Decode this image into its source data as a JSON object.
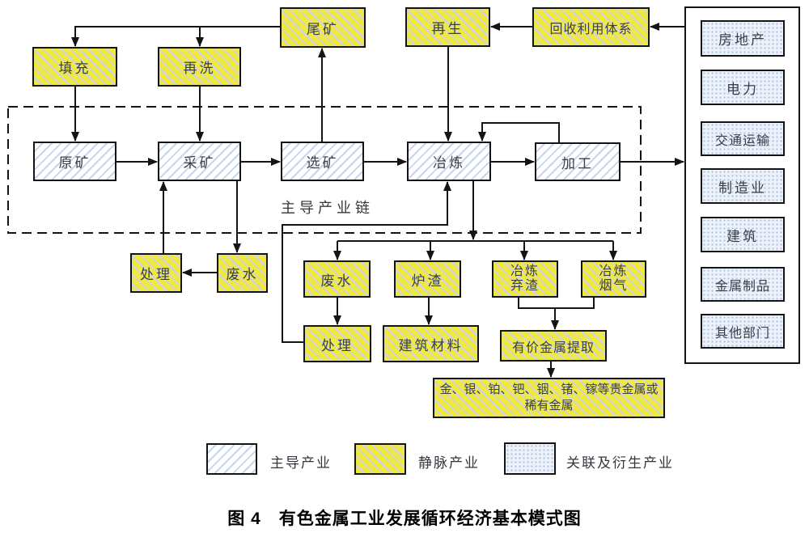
{
  "diagram": {
    "nodes": {
      "tailings": "尾矿",
      "regeneration": "再生",
      "recycling_system": "回收利用体系",
      "filling": "填充",
      "rewashing": "再洗",
      "raw_ore": "原矿",
      "mining": "采矿",
      "ore_dressing": "选矿",
      "smelting": "冶炼",
      "processing": "加工",
      "chain_label": "主导产业链",
      "treatment_mine": "处理",
      "wastewater_mine": "废水",
      "wastewater_smelt": "废水",
      "slag": "炉渣",
      "smelting_waste": {
        "line1": "冶炼",
        "line2": "弃渣"
      },
      "smelting_gas": {
        "line1": "冶炼",
        "line2": "烟气"
      },
      "treatment_smelt": "处理",
      "building_materials": "建筑材料",
      "metal_extraction": "有价金属提取",
      "precious_metals": "金、银、铂、钯、铟、锗、镓等贵金属或稀有金属"
    },
    "sectors": [
      "房地产",
      "电力",
      "交通运输",
      "制造业",
      "建筑",
      "金属制品",
      "其他部门"
    ],
    "legend": [
      {
        "label": "主导产业",
        "pattern": "blue-diagonal-hatch"
      },
      {
        "label": "静脉产业",
        "pattern": "yellow-diagonal-hatch"
      },
      {
        "label": "关联及衍生产业",
        "pattern": "blue-dotted"
      }
    ],
    "caption": "图 4　有色金属工业发展循环经济基本模式图",
    "colors": {
      "venous_fill": "#f2e93f",
      "hatch_on_yellow": "#ccd4e3",
      "leading_hatch": "#c6d6ee",
      "derived_dots": "#a8c0e0",
      "line": "#141414"
    },
    "edges": [
      {
        "from": "sectors",
        "to": "recycling_system"
      },
      {
        "from": "recycling_system",
        "to": "regeneration"
      },
      {
        "from": "regeneration",
        "to": "smelting"
      },
      {
        "from": "ore_dressing",
        "to": "tailings"
      },
      {
        "from": "tailings",
        "to": "filling"
      },
      {
        "from": "tailings",
        "to": "rewashing"
      },
      {
        "from": "filling",
        "to": "raw_ore"
      },
      {
        "from": "rewashing",
        "to": "mining"
      },
      {
        "from": "raw_ore",
        "to": "mining"
      },
      {
        "from": "mining",
        "to": "ore_dressing"
      },
      {
        "from": "ore_dressing",
        "to": "smelting"
      },
      {
        "from": "smelting",
        "to": "processing"
      },
      {
        "from": "processing",
        "to": "smelting"
      },
      {
        "from": "processing",
        "to": "sectors"
      },
      {
        "from": "mining",
        "to": "wastewater_mine"
      },
      {
        "from": "wastewater_mine",
        "to": "treatment_mine"
      },
      {
        "from": "treatment_mine",
        "to": "mining"
      },
      {
        "from": "smelting",
        "to": "wastewater_smelt"
      },
      {
        "from": "smelting",
        "to": "slag"
      },
      {
        "from": "smelting",
        "to": "smelting_waste"
      },
      {
        "from": "smelting",
        "to": "smelting_gas"
      },
      {
        "from": "wastewater_smelt",
        "to": "treatment_smelt"
      },
      {
        "from": "treatment_smelt",
        "to": "smelting"
      },
      {
        "from": "slag",
        "to": "building_materials"
      },
      {
        "from": "smelting_waste",
        "to": "metal_extraction"
      },
      {
        "from": "smelting_gas",
        "to": "metal_extraction"
      },
      {
        "from": "metal_extraction",
        "to": "precious_metals"
      }
    ]
  }
}
